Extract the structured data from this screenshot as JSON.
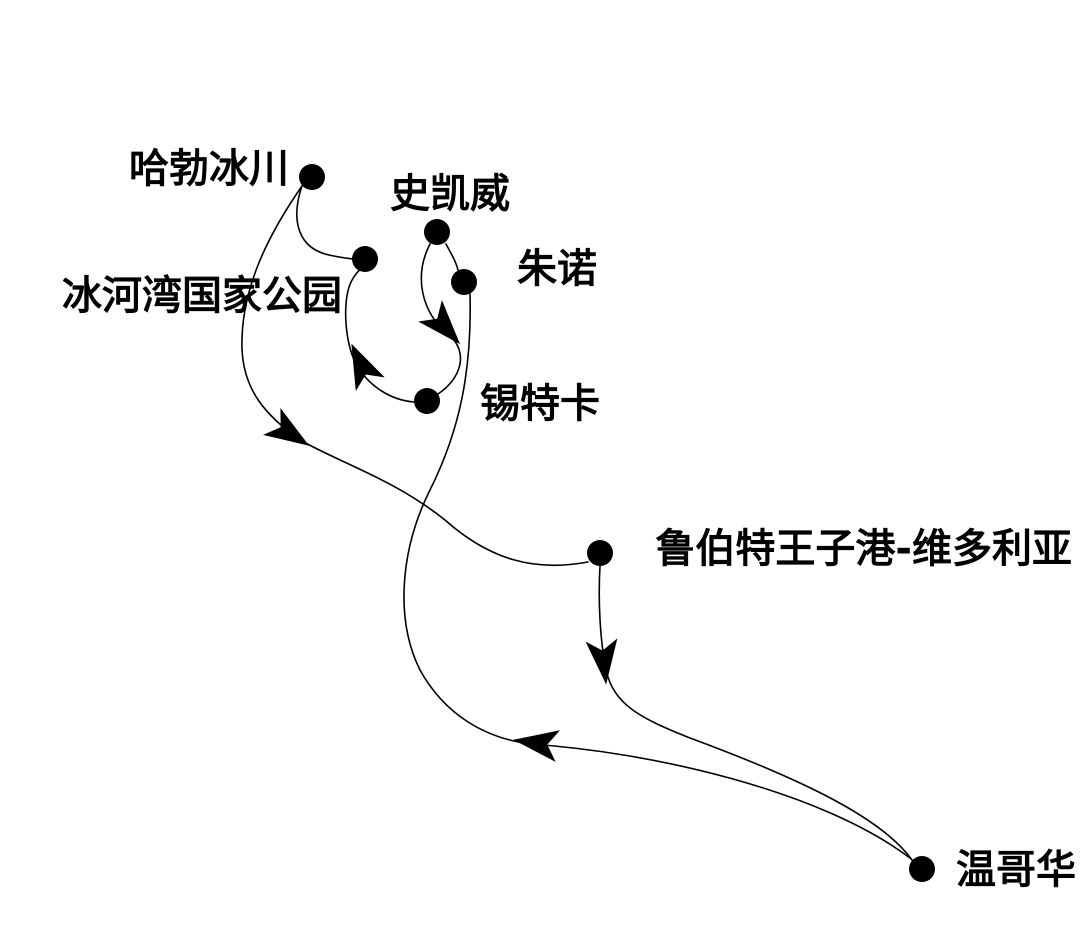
{
  "nodes": [
    {
      "label": "哈勃冰川"
    },
    {
      "label": "史凯威"
    },
    {
      "label": "朱诺"
    },
    {
      "label": "冰河湾国家公园"
    },
    {
      "label": "锡特卡"
    },
    {
      "label": "鲁伯特王子港-维多利亚"
    },
    {
      "label": "温哥华"
    }
  ],
  "colors": {
    "background": "#ffffff",
    "line": "#000000",
    "node": "#000000",
    "text": "#000000"
  }
}
